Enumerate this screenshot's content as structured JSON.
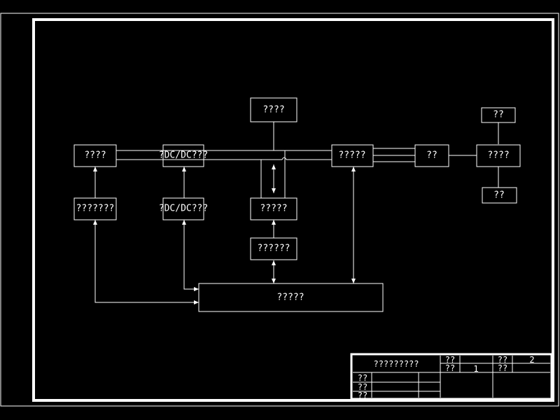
{
  "diagram": {
    "nodes": {
      "top_center": "????",
      "left_top": "????",
      "dcdc_top": "?DC/DC???",
      "center_right": "?????",
      "mid_right": "??",
      "far_right": "????",
      "far_right_top": "??",
      "far_right_bottom": "??",
      "left_mid": "???????",
      "dcdc_mid": "?DC/DC???",
      "center_mid": "?????",
      "center_lower": "??????",
      "bottom_main": "?????"
    }
  },
  "title_block": {
    "title": "?????????",
    "sheet_number": "2",
    "qty": "1",
    "label_a": "??",
    "label_b": "??",
    "label_c": "??",
    "label_d": "??",
    "label_e": "??",
    "label_f": "??",
    "label_g": "??"
  },
  "colors": {
    "background": "#000000",
    "line": "#ffffff"
  }
}
